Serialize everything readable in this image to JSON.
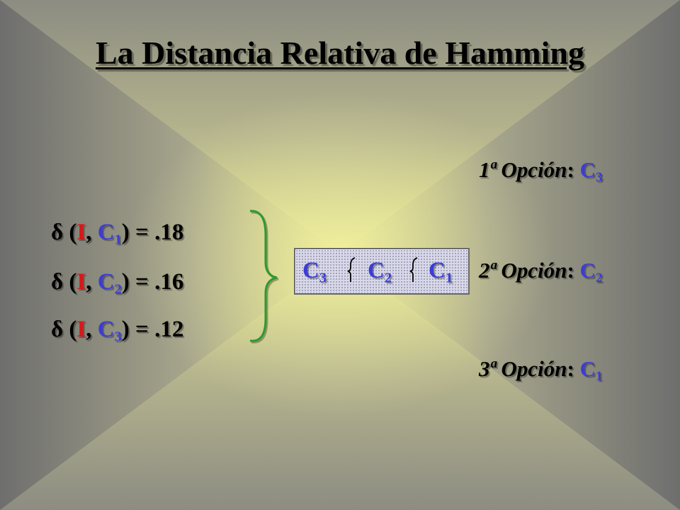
{
  "slide": {
    "title": "La Distancia Relativa de Hamming",
    "equations": [
      {
        "prefix": "δ (",
        "arg1": "I",
        "sep": ", ",
        "arg2_base": "C",
        "arg2_sub": "1",
        "suffix": ") = .18"
      },
      {
        "prefix": "δ (",
        "arg1": "I",
        "sep": ", ",
        "arg2_base": "C",
        "arg2_sub": "2",
        "suffix": ") = .16"
      },
      {
        "prefix": "δ (",
        "arg1": "I",
        "sep": ", ",
        "arg2_base": "C",
        "arg2_sub": "3",
        "suffix": ") = .12"
      }
    ],
    "ordering": [
      {
        "base": "C",
        "sub": "3"
      },
      {
        "base": "C",
        "sub": "2"
      },
      {
        "base": "C",
        "sub": "1"
      }
    ],
    "options": [
      {
        "label": "1ª Opción",
        "colon": ": ",
        "base": "C",
        "sub": "3"
      },
      {
        "label": "2ª Opción",
        "colon": ": ",
        "base": "C",
        "sub": "2"
      },
      {
        "label": "3ª Opción",
        "colon": ": ",
        "base": "C",
        "sub": "1"
      }
    ],
    "colors": {
      "accent_blue": "#3c3cd8",
      "accent_red": "#d81818",
      "brace_green": "#2e9a2e"
    }
  }
}
